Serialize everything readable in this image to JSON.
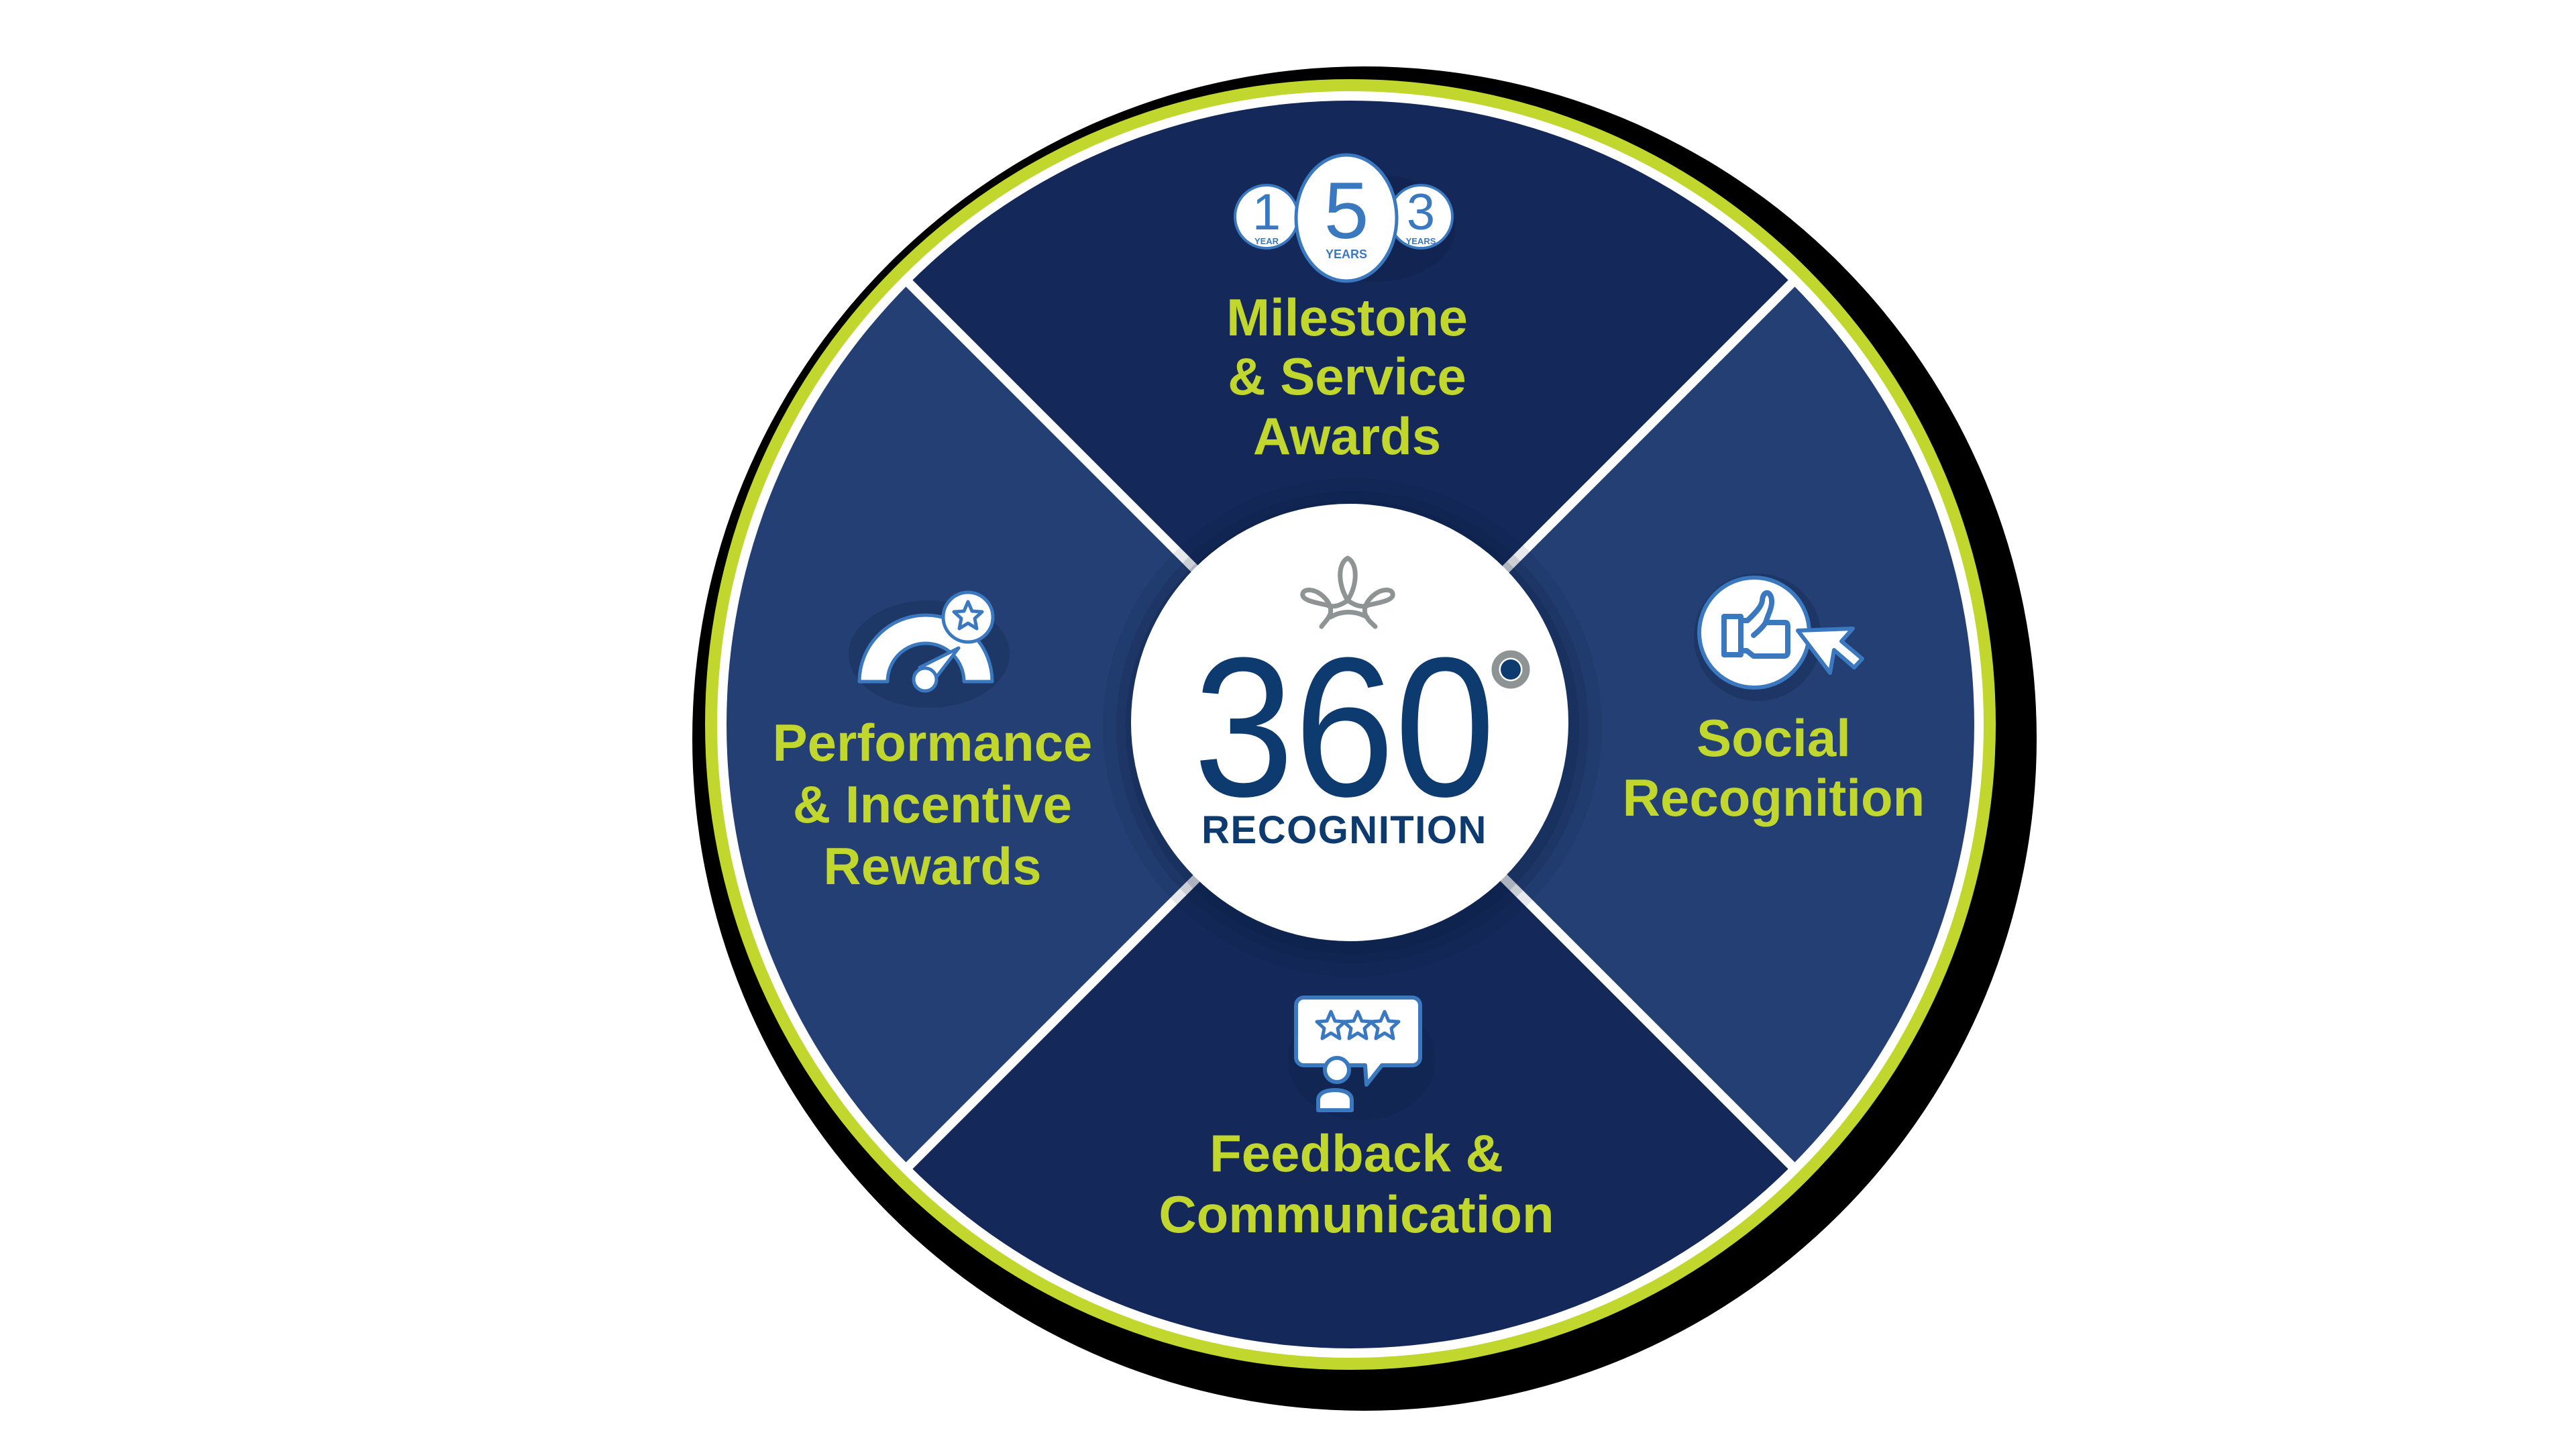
{
  "diagram": {
    "type": "segmented-wheel",
    "colors": {
      "background": "#ffffff",
      "shadow": "#000000",
      "outer_ring": "#c1d72e",
      "inner_ring": "#ffffff",
      "segment_dark": "#14295a",
      "segment_light": "#233f73",
      "divider": "#ffffff",
      "label_text": "#c1d72e",
      "hub_fill": "#ffffff",
      "hub_text": "#0d3b70",
      "hub_accent": "#8e9394",
      "icon_outline": "#3a78c0"
    },
    "hub": {
      "icon": "crown-icon",
      "number": "360",
      "degree_icon": "degree-symbol-icon",
      "word": "RECOGNITION"
    },
    "segments": [
      {
        "position": "top",
        "icon": "milestone-badges-icon",
        "badges": [
          {
            "number": "1",
            "unit": "YEAR"
          },
          {
            "number": "5",
            "unit": "YEARS"
          },
          {
            "number": "3",
            "unit": "YEARS"
          }
        ],
        "lines": [
          "Milestone",
          "& Service",
          "Awards"
        ]
      },
      {
        "position": "right",
        "icon": "thumbs-up-cursor-icon",
        "lines": [
          "Social",
          "Recognition"
        ]
      },
      {
        "position": "bottom",
        "icon": "feedback-rating-icon",
        "lines": [
          "Feedback &",
          "Communication"
        ]
      },
      {
        "position": "left",
        "icon": "performance-gauge-icon",
        "lines": [
          "Performance",
          "& Incentive",
          "Rewards"
        ]
      }
    ]
  }
}
